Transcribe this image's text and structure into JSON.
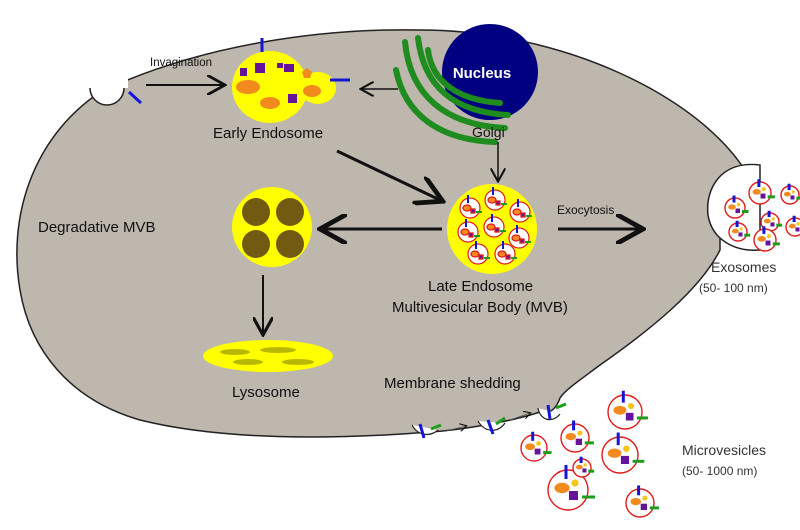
{
  "labels": {
    "invagination": "Invagination",
    "early_endosome": "Early Endosome",
    "nucleus": "Nucleus",
    "golgi": "Golgi",
    "degradative_mvb": "Degradative MVB",
    "late_endosome": "Late Endosome",
    "mvb": "Multivesicular Body (MVB)",
    "exocytosis": "Exocytosis",
    "exosomes": "Exosomes",
    "exosomes_size": "(50- 100 nm)",
    "lysosome": "Lysosome",
    "membrane_shedding": "Membrane shedding",
    "microvesicles": "Microvesicles",
    "microvesicles_size": "(50- 1000 nm)"
  },
  "colors": {
    "cell": "#bdb7ad",
    "cell_outline": "#222222",
    "organelle_yellow": "#ffff00",
    "nucleus": "#000080",
    "golgi": "#1e8c1e",
    "vesicle_ring": "#e11b1b",
    "receptor_blue": "#1515d6",
    "receptor_green": "#1e9c1e",
    "cargo_purple": "#66139a",
    "cargo_orange": "#f28a1e",
    "degradative_dot": "#735a12",
    "lysosome_dash": "#b8b800"
  }
}
